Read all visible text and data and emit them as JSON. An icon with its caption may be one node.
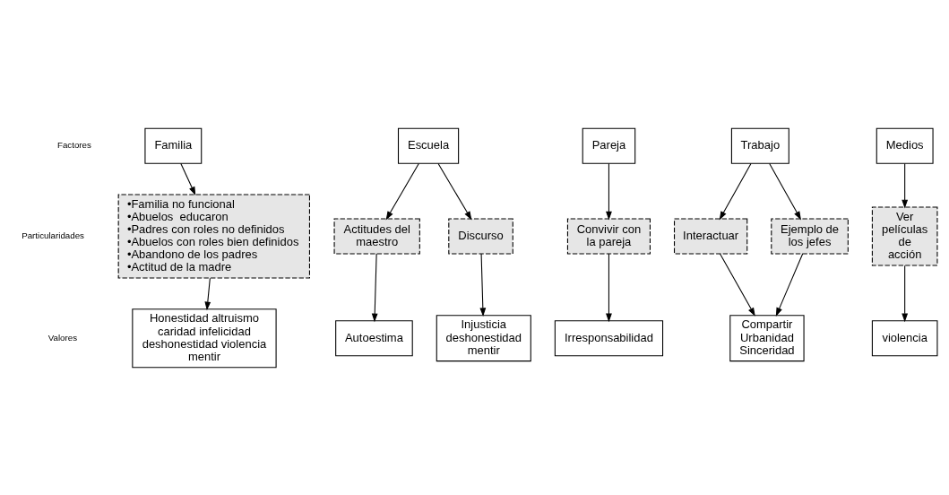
{
  "diagram": {
    "nodes": [
      {
        "text": [
          "Familia"
        ]
      },
      {
        "text": [
          "Escuela"
        ]
      },
      {
        "text": [
          "Pareja"
        ]
      },
      {
        "text": [
          "Trabajo"
        ]
      },
      {
        "text": [
          "Medios"
        ]
      },
      {
        "text": [
          "•Familia no funcional",
          "•Abuelos  educaron",
          "•Padres con roles no definidos",
          "•Abuelos con roles bien definidos",
          "•Abandono de los padres",
          "•Actitud de la madre"
        ]
      },
      {
        "text": [
          "Actitudes del maestro"
        ]
      },
      {
        "text": [
          "Discurso"
        ]
      },
      {
        "text": [
          "Convivir con la pareja"
        ]
      },
      {
        "text": [
          "Interactuar"
        ]
      },
      {
        "text": [
          "Ejemplo de los jefes"
        ]
      },
      {
        "text": [
          "Ver películas de acción"
        ]
      },
      {
        "text": [
          "Honestidad altruismo caridad infelicidad deshonestidad violencia mentir"
        ]
      },
      {
        "text": [
          "Autoestima"
        ]
      },
      {
        "text": [
          "Injusticia deshonestidad mentir"
        ]
      },
      {
        "text": [
          "Irresponsabilidad"
        ]
      },
      {
        "text": [
          "Compartir",
          "Urbanidad",
          "Sinceridad"
        ]
      },
      {
        "text": [
          "violencia"
        ]
      }
    ],
    "edges": [
      {
        "from": 0,
        "to": 5,
        "arrow": "to"
      },
      {
        "from": 1,
        "to": 6,
        "arrow": "to"
      },
      {
        "from": 1,
        "to": 7,
        "arrow": "to"
      },
      {
        "from": 2,
        "to": 8,
        "arrow": "to"
      },
      {
        "from": 3,
        "to": 9,
        "arrow": "to"
      },
      {
        "from": 3,
        "to": 10,
        "arrow": "to"
      },
      {
        "from": 4,
        "to": 11,
        "arrow": "to"
      },
      {
        "from": 5,
        "to": 12,
        "arrow": "to"
      },
      {
        "from": 6,
        "to": 13,
        "arrow": "to"
      },
      {
        "from": 7,
        "to": 14,
        "arrow": "to"
      },
      {
        "from": 8,
        "to": 15,
        "arrow": "to"
      },
      {
        "from": 9,
        "to": 16,
        "arrow": "to"
      },
      {
        "from": 10,
        "to": 16,
        "arrow": "to"
      },
      {
        "from": 11,
        "to": 17,
        "arrow": "to"
      }
    ],
    "labels": [
      "Factores",
      "Particularidades",
      "Valores"
    ]
  }
}
